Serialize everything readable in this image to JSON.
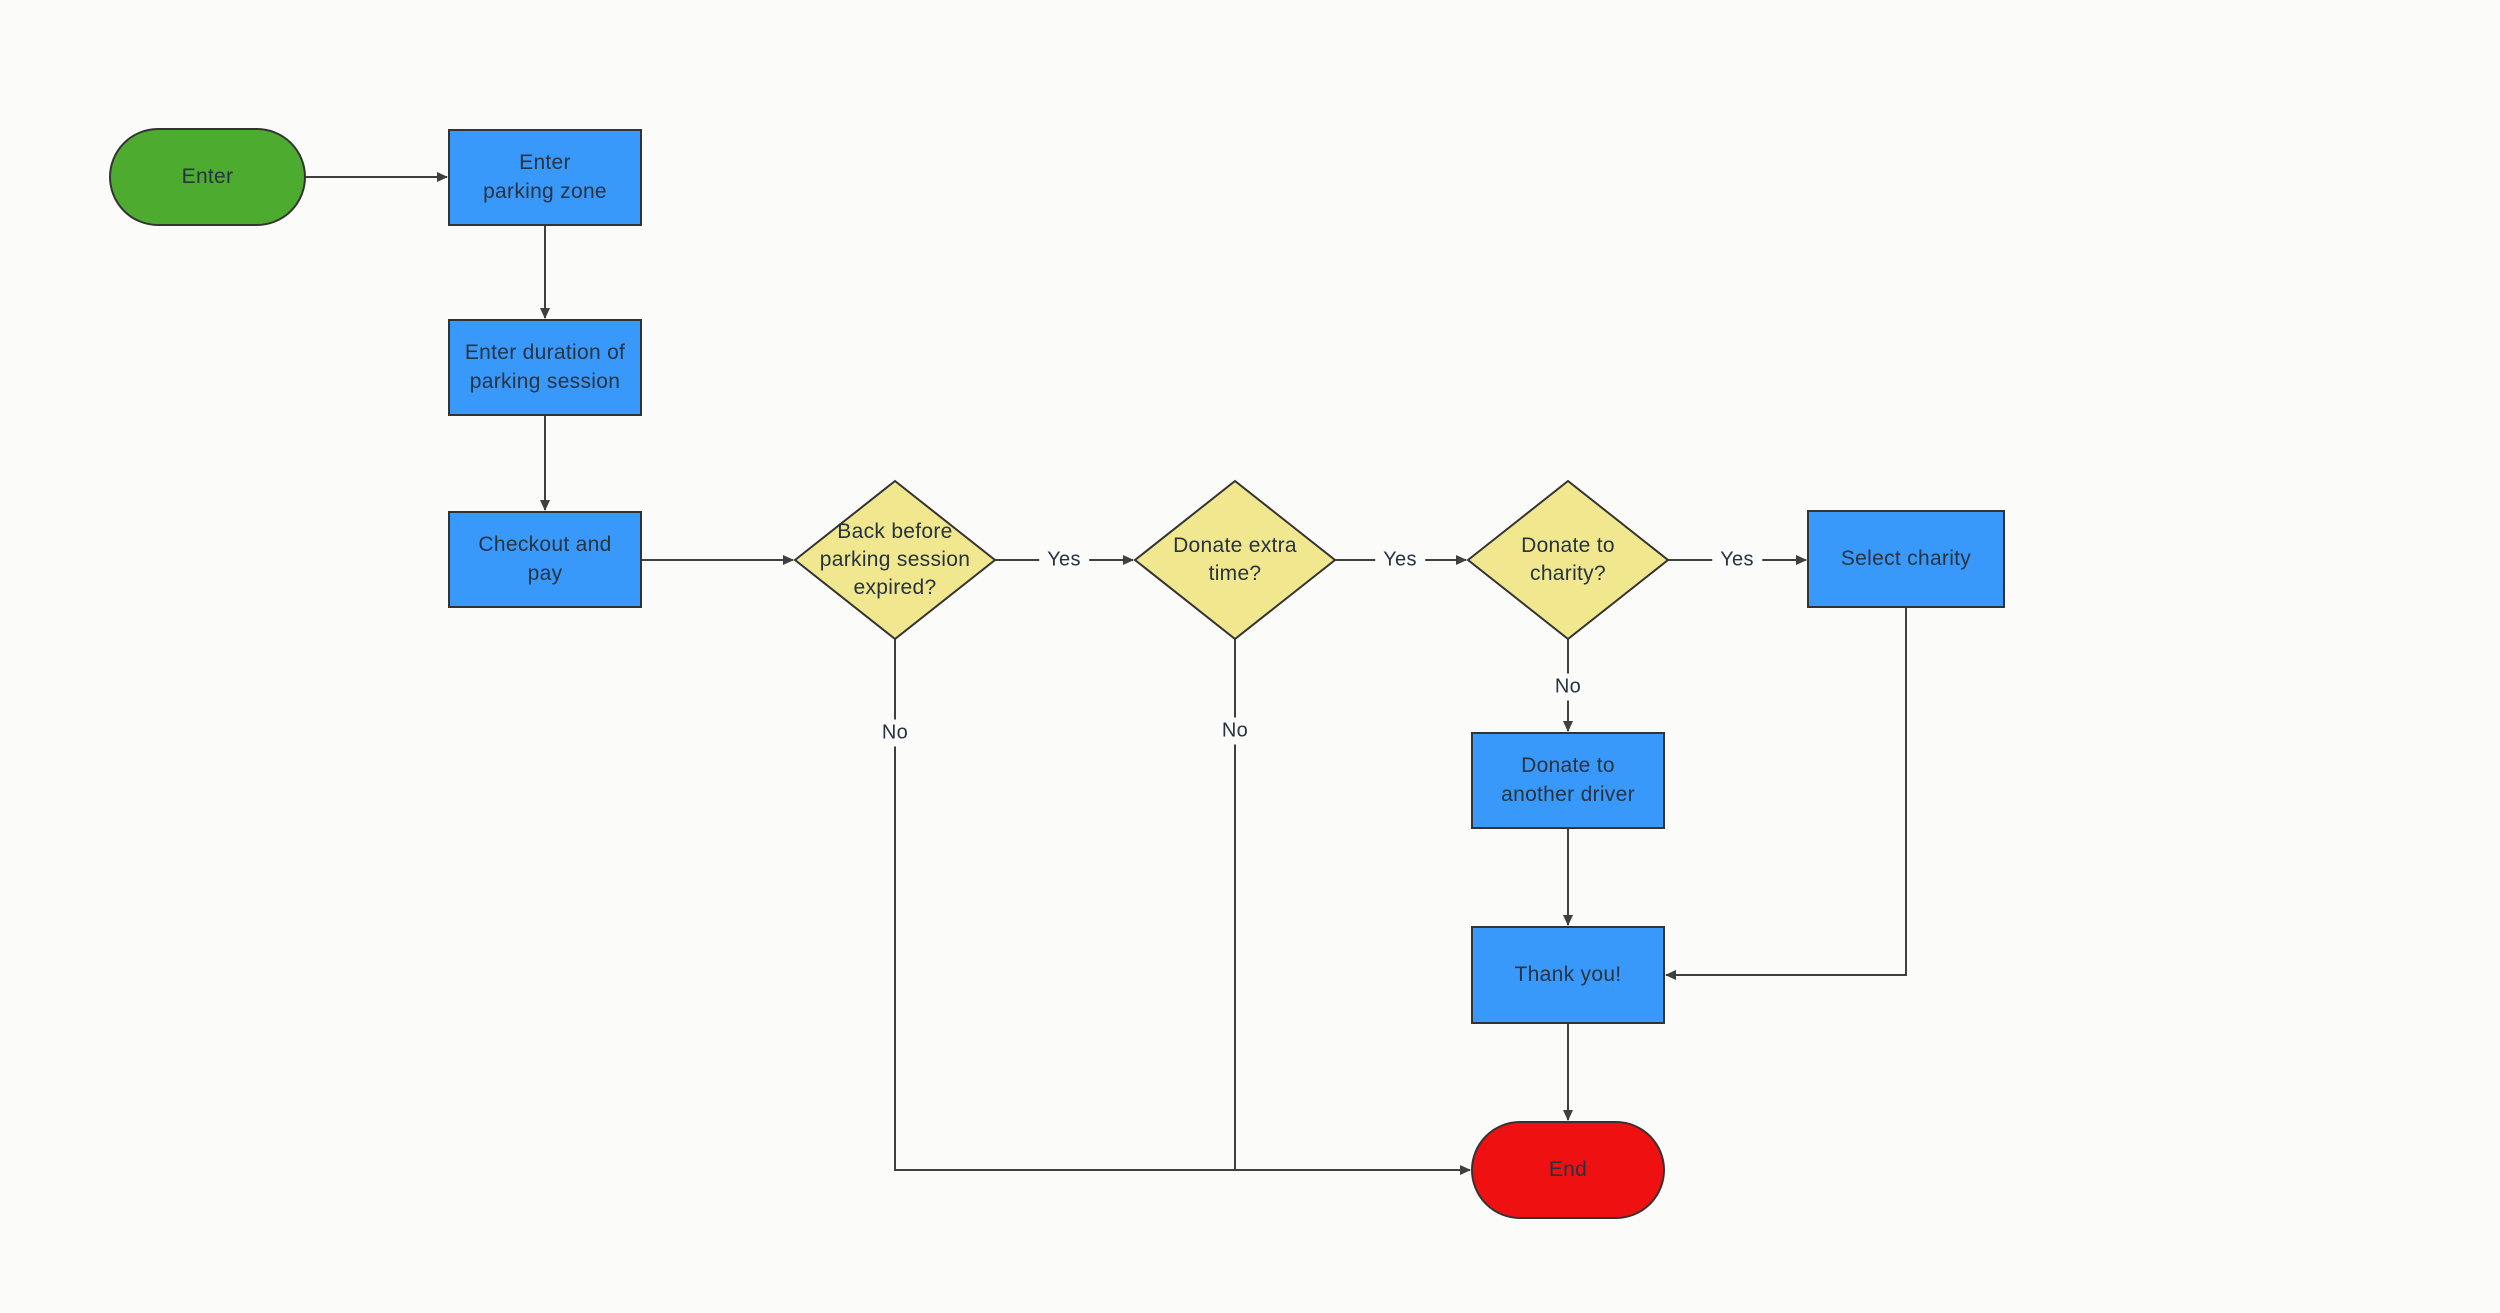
{
  "palette": {
    "background": "#FBFBF9",
    "start_fill": "#4DAB30",
    "process_fill": "#3999FA",
    "decision_fill": "#F0E78E",
    "end_fill": "#EF1111",
    "shape_border": "#333333",
    "connector": "#3F3F3F",
    "text": "#273340"
  },
  "diagram": {
    "type": "flowchart",
    "nodes": {
      "start": {
        "shape": "terminator",
        "label": "Enter"
      },
      "enter_zone": {
        "shape": "process",
        "label": "Enter\nparking zone"
      },
      "duration": {
        "shape": "process",
        "label": "Enter duration of\nparking session"
      },
      "checkout": {
        "shape": "process",
        "label": "Checkout and\npay"
      },
      "back_before": {
        "shape": "decision",
        "label": "Back before\nparking session\nexpired?"
      },
      "extra_time": {
        "shape": "decision",
        "label": "Donate extra\ntime?"
      },
      "charity": {
        "shape": "decision",
        "label": "Donate to\ncharity?"
      },
      "select_charity": {
        "shape": "process",
        "label": "Select charity"
      },
      "donate_driver": {
        "shape": "process",
        "label": "Donate to\nanother driver"
      },
      "thank_you": {
        "shape": "process",
        "label": "Thank you!"
      },
      "end": {
        "shape": "terminator",
        "label": "End"
      }
    },
    "edge_labels": {
      "yes1": "Yes",
      "yes2": "Yes",
      "yes3": "Yes",
      "no1": "No",
      "no2": "No",
      "no3": "No"
    },
    "edges": [
      {
        "from": "Enter",
        "to": "Enter parking zone"
      },
      {
        "from": "Enter parking zone",
        "to": "Enter duration of parking session"
      },
      {
        "from": "Enter duration of parking session",
        "to": "Checkout and pay"
      },
      {
        "from": "Checkout and pay",
        "to": "Back before parking session expired?"
      },
      {
        "from": "Back before parking session expired?",
        "to": "Donate extra time?",
        "label": "Yes"
      },
      {
        "from": "Back before parking session expired?",
        "to": "End",
        "label": "No"
      },
      {
        "from": "Donate extra time?",
        "to": "Donate to charity?",
        "label": "Yes"
      },
      {
        "from": "Donate extra time?",
        "to": "End",
        "label": "No"
      },
      {
        "from": "Donate to charity?",
        "to": "Select charity",
        "label": "Yes"
      },
      {
        "from": "Donate to charity?",
        "to": "Donate to another driver",
        "label": "No"
      },
      {
        "from": "Select charity",
        "to": "Thank you!"
      },
      {
        "from": "Donate to another driver",
        "to": "Thank you!"
      },
      {
        "from": "Thank you!",
        "to": "End"
      }
    ]
  }
}
